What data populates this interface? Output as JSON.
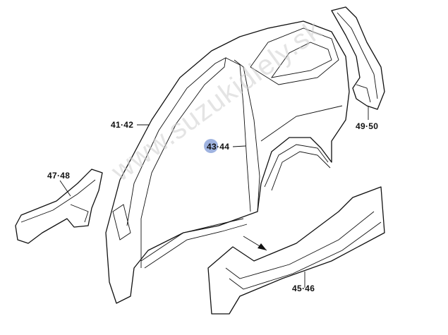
{
  "watermark": "www.suzukidiely.sk",
  "highlight_color": "#9fb3e0",
  "callouts": [
    {
      "id": "side-body-outer",
      "label": "41·42"
    },
    {
      "id": "center-pillar",
      "label": "43·44",
      "highlighted": true
    },
    {
      "id": "side-sill",
      "label": "45·46"
    },
    {
      "id": "front-pillar-lower",
      "label": "47·48"
    },
    {
      "id": "rear-pillar-inner",
      "label": "49·50"
    }
  ]
}
